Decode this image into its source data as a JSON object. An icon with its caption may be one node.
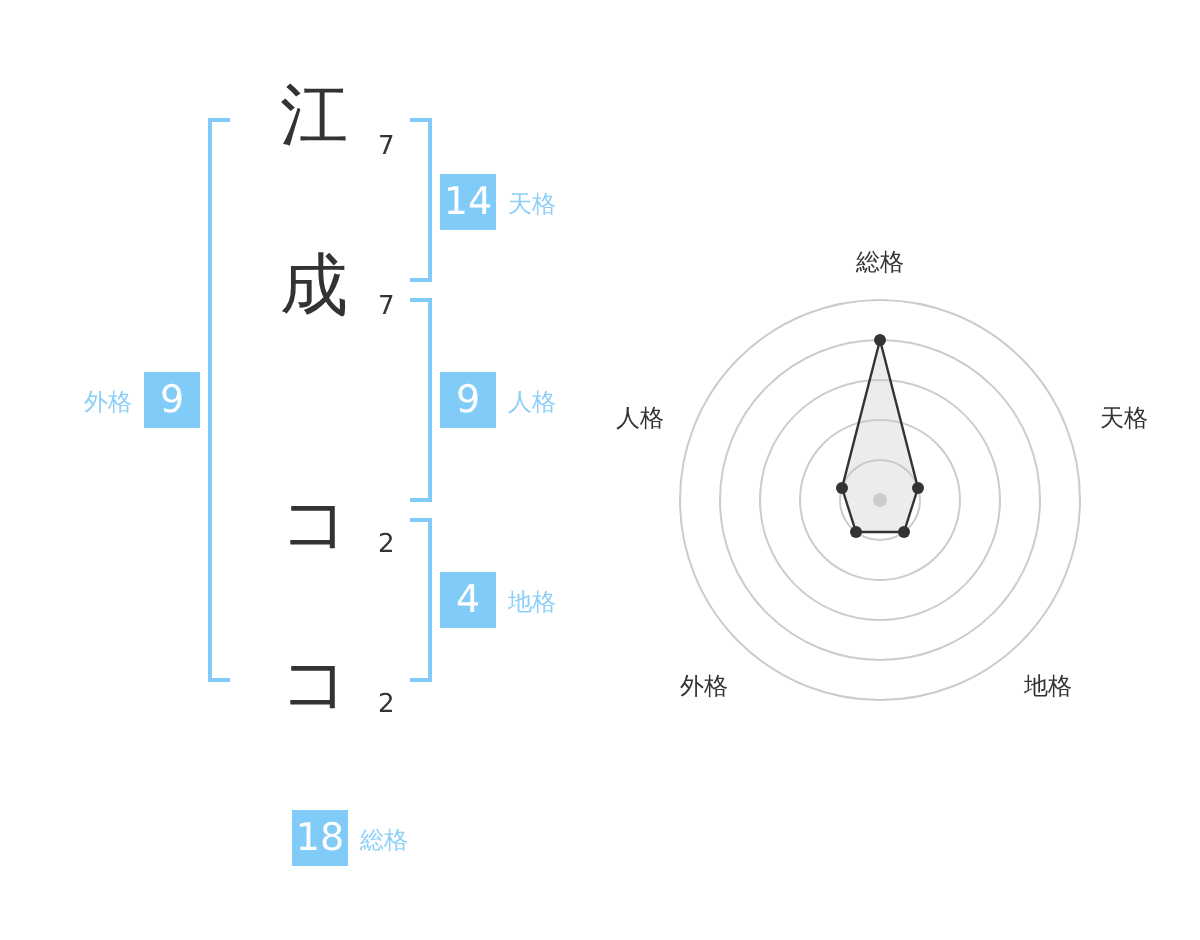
{
  "diagram": {
    "nodes": [
      {
        "text": [
          "14"
        ],
        "beside": [
          "天格"
        ]
      },
      {
        "text": [
          "9"
        ],
        "beside": [
          "外格"
        ]
      },
      {
        "text": [
          "9"
        ],
        "beside": [
          "人格"
        ]
      },
      {
        "text": [
          "4"
        ],
        "beside": [
          "地格"
        ]
      },
      {
        "text": [
          "18"
        ],
        "beside": [
          "総格"
        ]
      }
    ],
    "labels": [
      "江",
      "7",
      "成",
      "7",
      "コ",
      "2",
      "コ",
      "2",
      "総格",
      "人格",
      "天格",
      "外格",
      "地格"
    ]
  }
}
